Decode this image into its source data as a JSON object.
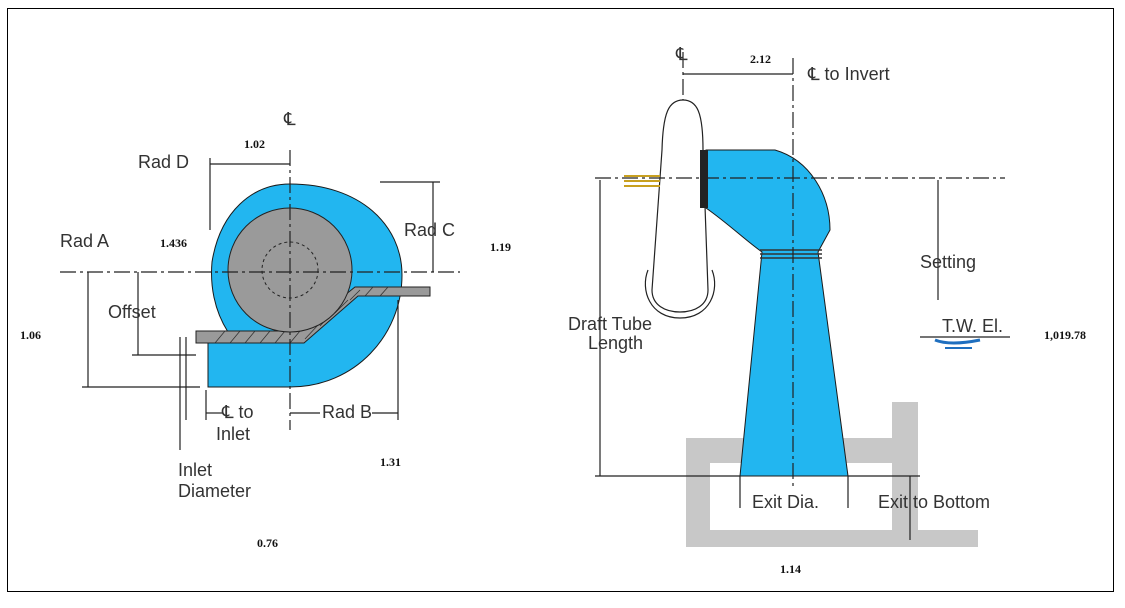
{
  "left_view": {
    "centerline_symbol": "℄",
    "labels": {
      "rad_d": "Rad D",
      "rad_a": "Rad A",
      "rad_c": "Rad C",
      "offset": "Offset",
      "cl_to_inlet_1": "℄ to",
      "cl_to_inlet_2": "Inlet",
      "rad_b": "Rad B",
      "inlet_diameter_1": "Inlet",
      "inlet_diameter_2": "Diameter"
    },
    "values": {
      "rad_d": "1.02",
      "rad_a": "1.436",
      "rad_c": "1.19",
      "offset": "1.06",
      "rad_b": "1.31",
      "inlet_diameter": "0.76"
    }
  },
  "right_view": {
    "centerline_symbol": "℄",
    "labels": {
      "cl_to_invert": "℄ to Invert",
      "setting": "Setting",
      "tw_el": "T.W. El.",
      "draft_tube_1": "Draft Tube",
      "draft_tube_2": "Length",
      "exit_dia": "Exit Dia.",
      "exit_to_bottom": "Exit to Bottom"
    },
    "values": {
      "cl_to_invert": "2.12",
      "tw_el": "1,019.78",
      "exit_dia": "1.14"
    }
  },
  "colors": {
    "water_blue": "#22b6f0",
    "runner_gray": "#9a9a9a",
    "concrete_gray": "#c8c8c8"
  }
}
